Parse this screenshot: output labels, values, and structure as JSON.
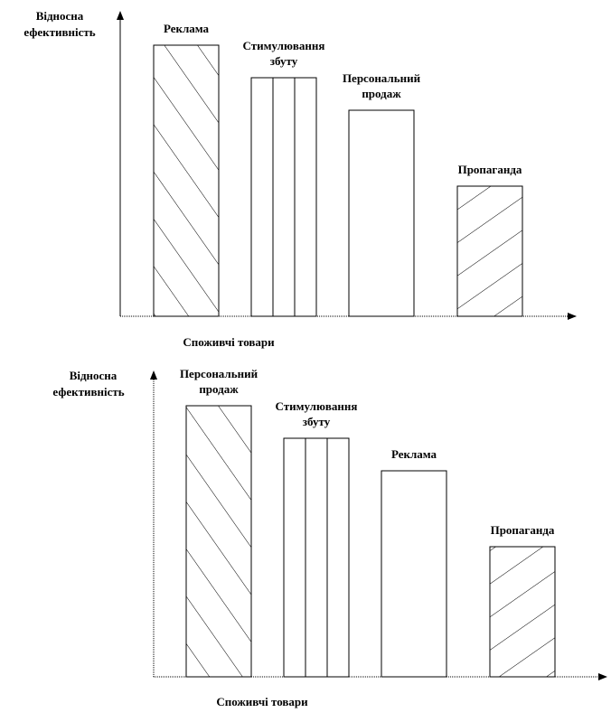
{
  "chart_data": [
    {
      "type": "bar",
      "ylabel": "Відносна ефективність",
      "xlabel": "Споживчі товари",
      "ylim": [
        0,
        100
      ],
      "grid": false,
      "categories": [
        "Реклама",
        "Стимулювання збуту",
        "Персональний продаж",
        "Пропаганда"
      ],
      "values": [
        100,
        88,
        76,
        48
      ],
      "patterns": [
        "diagonal-up",
        "vertical",
        "none",
        "diagonal-down"
      ]
    },
    {
      "type": "bar",
      "ylabel": "Відносна ефективність",
      "xlabel": "Споживчі товари",
      "ylim": [
        0,
        100
      ],
      "grid": false,
      "categories": [
        "Персональний продаж",
        "Стимулювання збуту",
        "Реклама",
        "Пропаганда"
      ],
      "values": [
        100,
        88,
        76,
        48
      ],
      "patterns": [
        "diagonal-up",
        "vertical",
        "none",
        "diagonal-down"
      ]
    }
  ]
}
